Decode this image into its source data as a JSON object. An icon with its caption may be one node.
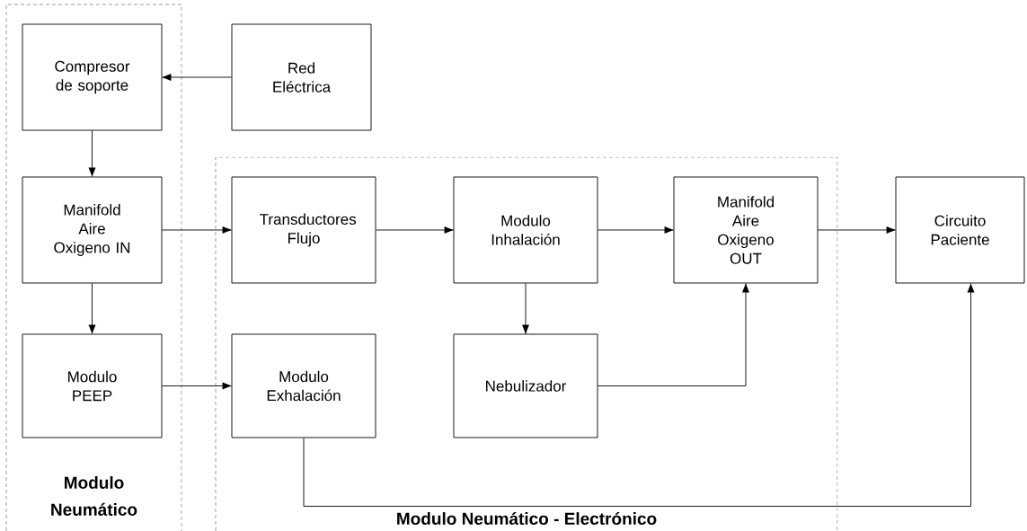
{
  "diagram": {
    "nodes": [
      {
        "text": [
          "Modulo Neumático"
        ]
      },
      {
        "text": [
          "Compresor de soporte"
        ],
        "in": 0
      },
      {
        "text": [
          "Manifold Aire Oxigeno IN"
        ],
        "in": 0
      },
      {
        "text": [
          "Modulo PEEP"
        ],
        "in": 0
      },
      {
        "text": [
          "Red Eléctrica"
        ]
      },
      {
        "text": [
          "Modulo Neumático - Electrónico"
        ]
      },
      {
        "text": [
          "Transductores Flujo"
        ],
        "in": 5
      },
      {
        "text": [
          "Modulo Inhalación"
        ],
        "in": 5
      },
      {
        "text": [
          "Manifold Aire Oxigeno OUT"
        ],
        "in": 5
      },
      {
        "text": [
          "Modulo Exhalación"
        ],
        "in": 5
      },
      {
        "text": [
          "Nebulizador"
        ],
        "in": 5
      },
      {
        "text": [
          "Circuito Paciente"
        ]
      }
    ],
    "edges": [
      {
        "from": 4,
        "to": 1,
        "arrow": "to"
      },
      {
        "from": 1,
        "to": 2,
        "arrow": "to"
      },
      {
        "from": 2,
        "to": 6,
        "arrow": "to"
      },
      {
        "from": 2,
        "to": 3,
        "arrow": "to"
      },
      {
        "from": 6,
        "to": 7,
        "arrow": "to"
      },
      {
        "from": 7,
        "to": 8,
        "arrow": "to"
      },
      {
        "from": 8,
        "to": 11,
        "arrow": "to"
      },
      {
        "from": 7,
        "to": 10,
        "arrow": "to"
      },
      {
        "from": 10,
        "to": 8,
        "arrow": "to"
      },
      {
        "from": 3,
        "to": 9,
        "arrow": "to"
      },
      {
        "from": 9,
        "to": 11,
        "arrow": "to"
      }
    ]
  }
}
